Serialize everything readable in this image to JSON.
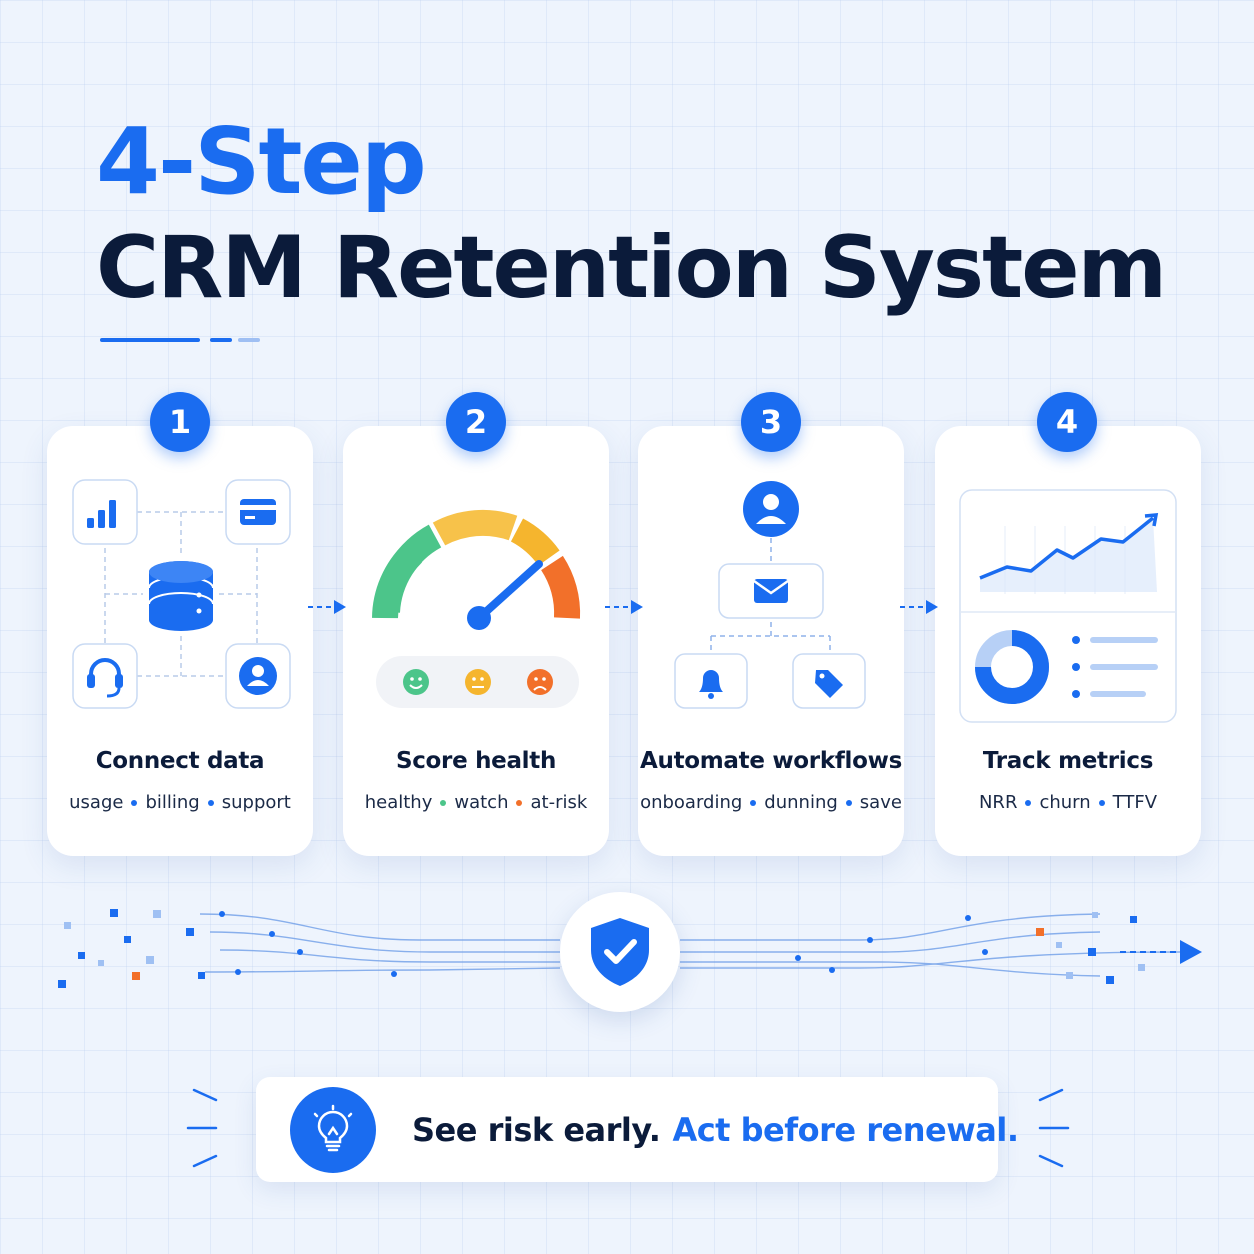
{
  "title": {
    "line1": "4-Step",
    "line2": "CRM Retention System"
  },
  "colors": {
    "accent": "#1a6cf0",
    "dark": "#0b1b3a",
    "healthy": "#4cc58a",
    "watch": "#f5b52e",
    "at_risk": "#f2702a"
  },
  "steps": [
    {
      "number": "1",
      "title": "Connect data",
      "tags": [
        "usage",
        "billing",
        "support"
      ],
      "icons": [
        "bar-chart-icon",
        "credit-card-icon",
        "database-icon",
        "headset-icon",
        "user-icon"
      ]
    },
    {
      "number": "2",
      "title": "Score health",
      "tags": [
        "healthy",
        "watch",
        "at-risk"
      ],
      "icons": [
        "gauge-icon",
        "happy-face-icon",
        "neutral-face-icon",
        "sad-face-icon"
      ]
    },
    {
      "number": "3",
      "title": "Automate workflows",
      "tags": [
        "onboarding",
        "dunning",
        "save"
      ],
      "icons": [
        "user-icon",
        "mail-icon",
        "bell-icon",
        "tag-icon"
      ]
    },
    {
      "number": "4",
      "title": "Track metrics",
      "tags": [
        "NRR",
        "churn",
        "TTFV"
      ],
      "icons": [
        "line-chart-icon",
        "donut-chart-icon",
        "legend-list-icon"
      ]
    }
  ],
  "flow": {
    "icon": "shield-check-icon"
  },
  "cta": {
    "icon": "lightbulb-icon",
    "text_a": "See risk early.",
    "text_b": "Act before renewal."
  }
}
